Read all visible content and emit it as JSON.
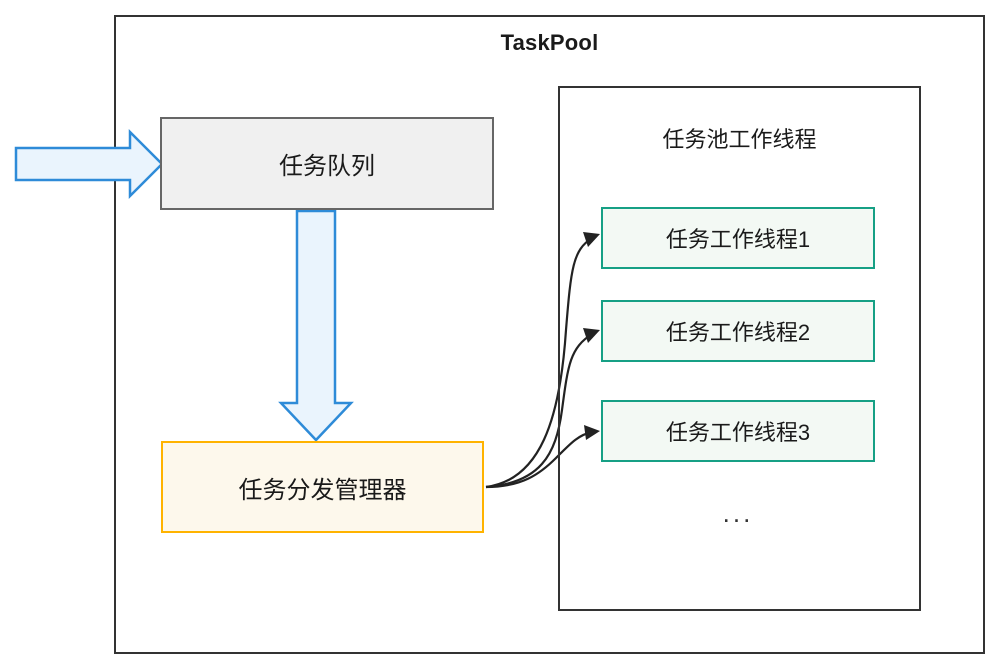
{
  "diagram": {
    "title": "TaskPool",
    "task_queue": {
      "label": "任务队列",
      "fill": "#f0f0f0",
      "stroke": "#666666"
    },
    "dispatch_manager": {
      "label": "任务分发管理器",
      "fill": "#fdf8ec",
      "stroke": "#ffb300"
    },
    "pool_panel": {
      "title": "任务池工作线程",
      "stroke": "#333333",
      "workers": [
        {
          "label": "任务工作线程1"
        },
        {
          "label": "任务工作线程2"
        },
        {
          "label": "任务工作线程3"
        }
      ],
      "worker_fill": "#f3f9f4",
      "worker_stroke": "#16a085",
      "ellipsis": "..."
    },
    "arrows": {
      "input_arrow": "block-arrow-right-icon",
      "queue_to_manager_arrow": "block-arrow-down-icon",
      "manager_to_worker_arrows": [
        "curved-arrow-to-worker-1-icon",
        "curved-arrow-to-worker-2-icon",
        "curved-arrow-to-worker-3-icon"
      ],
      "block_arrow_fill": "#eaf4fd",
      "block_arrow_stroke": "#2e8bd8",
      "curve_stroke": "#222222"
    }
  }
}
